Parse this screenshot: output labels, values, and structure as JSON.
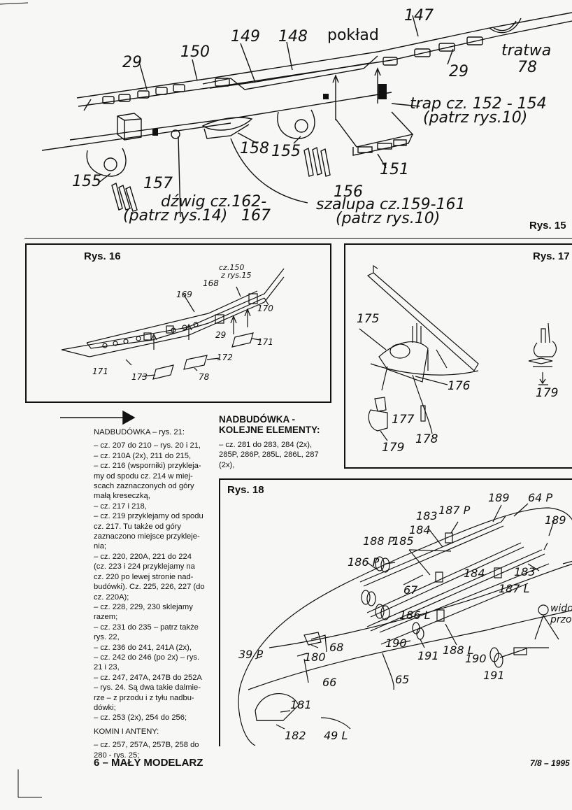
{
  "fig15": {
    "title": "Rys. 15",
    "labels": {
      "l147": "147",
      "l149": "149",
      "l148": "148",
      "deck": "pokład",
      "l150": "150",
      "l29a": "29",
      "l29b": "29",
      "raft": "tratwa",
      "l78": "78",
      "ladder1": "trap cz. 152 - 154",
      "ladder2": "(patrz rys.10)",
      "l158": "158",
      "l155a": "155",
      "l155b": "155",
      "l151": "151",
      "l157": "157",
      "l156": "156",
      "crane1": "dźwig cz.162-",
      "crane2": "(patrz rys.14)",
      "l167": "167",
      "boat1": "szalupa cz.159-161",
      "boat2": "(patrz rys.10)"
    }
  },
  "fig16": {
    "title": "Rys. 16",
    "labels": {
      "ref1": "cz.150",
      "ref2": "z rys.15",
      "l168": "168",
      "l169": "169",
      "l170": "170",
      "l29": "29",
      "l171a": "171",
      "l171b": "171",
      "l173": "173",
      "l172": "172",
      "l78": "78"
    }
  },
  "fig17": {
    "title": "Rys. 17",
    "labels": {
      "l175": "175",
      "l176": "176",
      "l177": "177",
      "l178": "178",
      "l179a": "179",
      "l179b": "179"
    }
  },
  "fig18": {
    "title": "Rys. 18",
    "labels": {
      "l189a": "189",
      "l64p": "64 P",
      "l183a": "183",
      "l187p": "187 P",
      "l189b": "189",
      "l184a": "184",
      "l188p": "188 P",
      "l185": "185",
      "l186p": "186 P",
      "l184b": "184",
      "l183b": "183",
      "l187l": "187 L",
      "l67": "67",
      "l186l": "186 L",
      "view1": "widok",
      "view2": "przod",
      "l68": "68",
      "l39p": "39 P",
      "l180": "180",
      "l190a": "190",
      "l191a": "191",
      "l188l": "188 L",
      "l190b": "190",
      "l191b": "191",
      "l66": "66",
      "l65": "65",
      "l181": "181",
      "l182": "182",
      "l49l": "49 L"
    }
  },
  "text_col1": {
    "heading": "NADBUDÓWKA – rys. 21:",
    "lines": [
      "– cz. 207 do 210 – rys. 20 i 21,",
      "– cz. 210A (2x), 211 do 215,",
      "– cz. 216 (wsporniki) przykleja-",
      "my od spodu cz. 214 w miej-",
      "scach zaznaczonych od góry",
      "małą kreseczką,",
      "– cz. 217 i 218,",
      "– cz. 219 przyklejamy od spodu",
      "cz. 217. Tu także od góry",
      "zaznaczono miejsce przykleje-",
      "nia;",
      "– cz. 220, 220A, 221 do 224",
      "(cz. 223 i 224 przyklejamy na",
      "cz. 220 po lewej stronie nad-",
      "budówki). Cz. 225, 226, 227 (do",
      "cz. 220A);",
      "– cz. 228, 229, 230 sklejamy",
      "razem;",
      "– cz. 231 do 235 – patrz także",
      "rys. 22,",
      "– cz. 236 do 241, 241A (2x),",
      "– cz. 242 do 246 (po 2x) – rys.",
      "21 i 23,",
      "– cz. 247, 247A, 247B do 252A",
      "– rys. 24. Są dwa takie dalmie-",
      "rze – z przodu i z tyłu nadbu-",
      "dówki;",
      "– cz. 253 (2x), 254 do 256;"
    ],
    "subheading": "KOMIN I ANTENY:",
    "lines2": [
      "– cz. 257, 257A, 257B, 258 do",
      "280 - rys. 25;"
    ]
  },
  "text_col2": {
    "heading1": "NADBUDÓWKA -",
    "heading2": "KOLEJNE ELEMENTY:",
    "lines": [
      "– cz. 281 do 283, 284 (2x),",
      "285P, 286P, 285L, 286L, 287",
      "(2x),"
    ]
  },
  "footer": {
    "left": "6 – MAŁY MODELARZ",
    "right": "7/8 – 1995"
  }
}
